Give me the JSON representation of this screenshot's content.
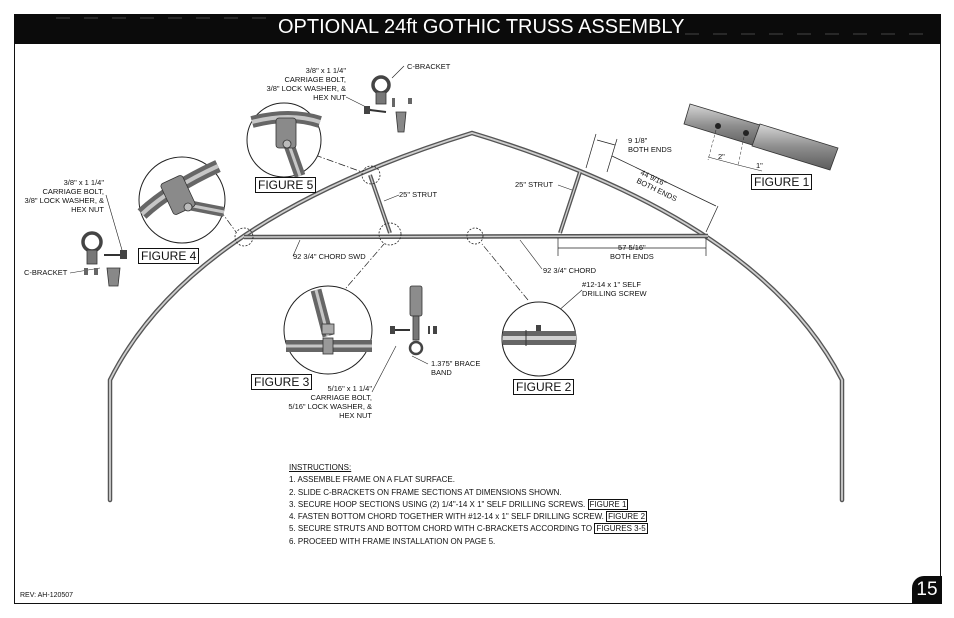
{
  "header": {
    "title": "OPTIONAL 24ft GOTHIC TRUSS ASSEMBLY"
  },
  "page_number": "15",
  "revision": "REV: AH-120507",
  "figures": {
    "figure1": "FIGURE 1",
    "figure2": "FIGURE 2",
    "figure3": "FIGURE 3",
    "figure4": "FIGURE 4",
    "figure5": "FIGURE 5"
  },
  "labels": {
    "bolt_top": "3/8\" x 1 1/4\"\nCARRIAGE BOLT,\n3/8\" LOCK WASHER, &\nHEX NUT",
    "cbracket_top": "C-BRACKET",
    "bolt_left": "3/8\" x 1 1/4\"\nCARRIAGE BOLT,\n3/8\" LOCK WASHER, &\nHEX NUT",
    "cbracket_left": "C-BRACKET",
    "strut_left": "25\" STRUT",
    "strut_right": "25\" STRUT",
    "dim_9": "9 1/8\"\nBOTH ENDS",
    "dim_44": "44 9/16\"\nBOTH ENDS",
    "dim_57": "57 5/16\"\nBOTH ENDS",
    "chord_swd": "92 3/4\" CHORD SWD",
    "chord": "92 3/4\" CHORD",
    "screw": "#12-14 x 1\" SELF\nDRILLING SCREW",
    "brace_band": "1.375\" BRACE\nBAND",
    "bolt_bottom": "5/16\" x 1 1/4\"\nCARRIAGE BOLT,\n5/16\" LOCK WASHER, &\nHEX NUT",
    "dim_2": "2\"",
    "dim_1": "1\""
  },
  "instructions": {
    "heading": "INSTRUCTIONS:",
    "step1": "1. ASSEMBLE FRAME ON A FLAT SURFACE.",
    "step2": "2. SLIDE C-BRACKETS ON FRAME SECTIONS AT DIMENSIONS SHOWN.",
    "step3_text": "3. SECURE HOOP SECTIONS USING (2) 1/4\"-14 X 1\" SELF DRILLING SCREWS.",
    "step3_ref": "FIGURE 1",
    "step4_text": "4. FASTEN BOTTOM CHORD TOGETHER WITH #12-14 x 1\" SELF DRILLING SCREW.",
    "step4_ref": "FIGURE 2",
    "step5_text": "5. SECURE STRUTS AND BOTTOM CHORD WITH C-BRACKETS ACCORDING TO",
    "step5_ref": "FIGURES 3-5",
    "step6": "6. PROCEED WITH FRAME INSTALLATION ON PAGE 5."
  }
}
